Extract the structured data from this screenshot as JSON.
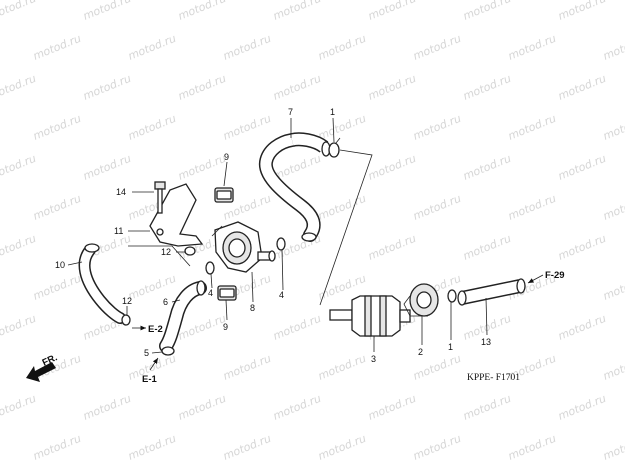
{
  "watermark": "motod.ru",
  "diagram_code": "KPPE- F1701",
  "front_arrow": "FR.",
  "callouts": {
    "c1a": "1",
    "c1b": "1",
    "c2": "2",
    "c3": "3",
    "c4a": "4",
    "c4b": "4",
    "c5": "5",
    "c6": "6",
    "c7": "7",
    "c8": "8",
    "c9a": "9",
    "c9b": "9",
    "c10": "10",
    "c11": "11",
    "c12a": "12",
    "c12b": "12",
    "c13": "13",
    "c14": "14"
  },
  "references": {
    "e1": "E-1",
    "e2": "E-2",
    "f29": "F-29"
  }
}
